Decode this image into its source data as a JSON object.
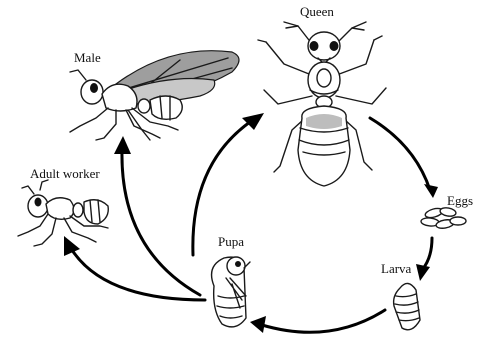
{
  "diagram": {
    "labels": {
      "queen": "Queen",
      "eggs": "Eggs",
      "larva": "Larva",
      "pupa": "Pupa",
      "male": "Male",
      "adult_worker": "Adult worker"
    }
  }
}
